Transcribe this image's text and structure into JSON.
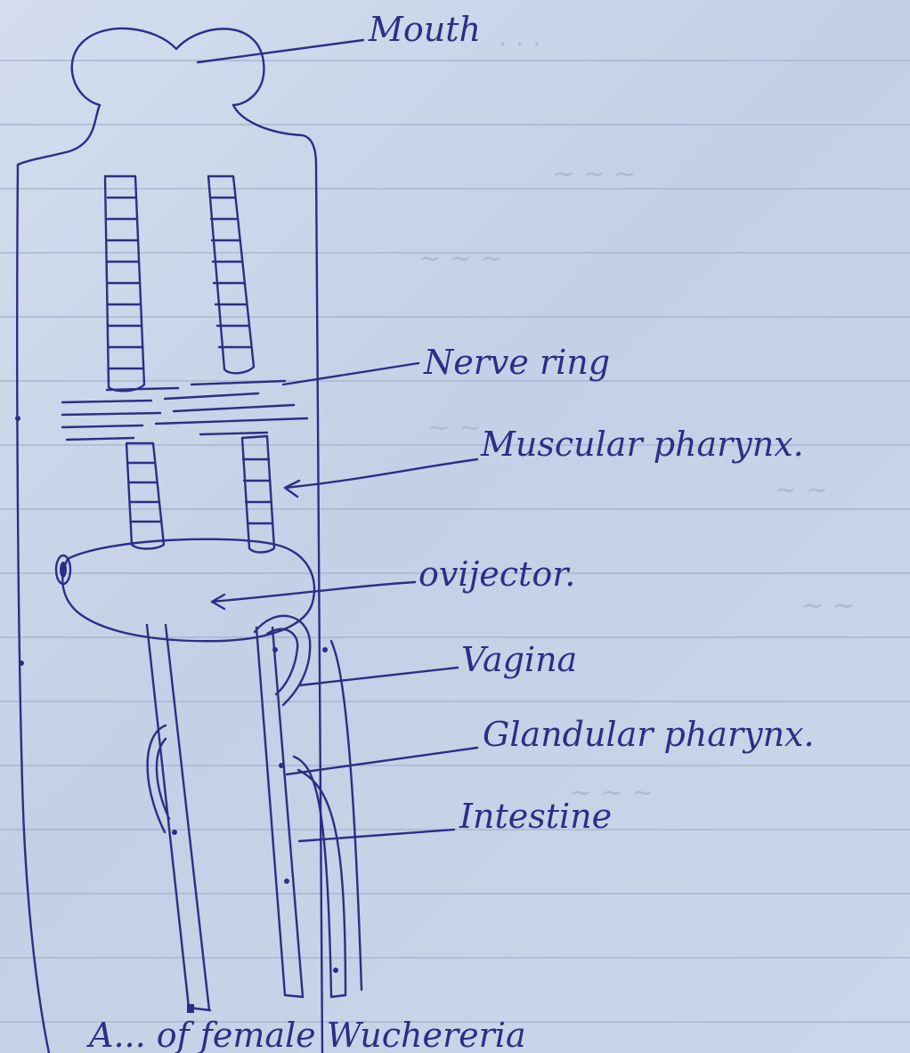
{
  "labels": {
    "mouth": "Mouth",
    "nerve_ring": "Nerve ring",
    "muscular_pharynx": "Muscular pharynx.",
    "ovijector": "ovijector.",
    "vagina": "Vagina",
    "glandular_pharynx": "Glandular pharynx.",
    "intestine": "Intestine"
  },
  "caption": "A... of female Wuchereria",
  "colors": {
    "ink": "#2a2f86",
    "paper": "#cbd6ea",
    "ghost": "#aab6cf"
  }
}
